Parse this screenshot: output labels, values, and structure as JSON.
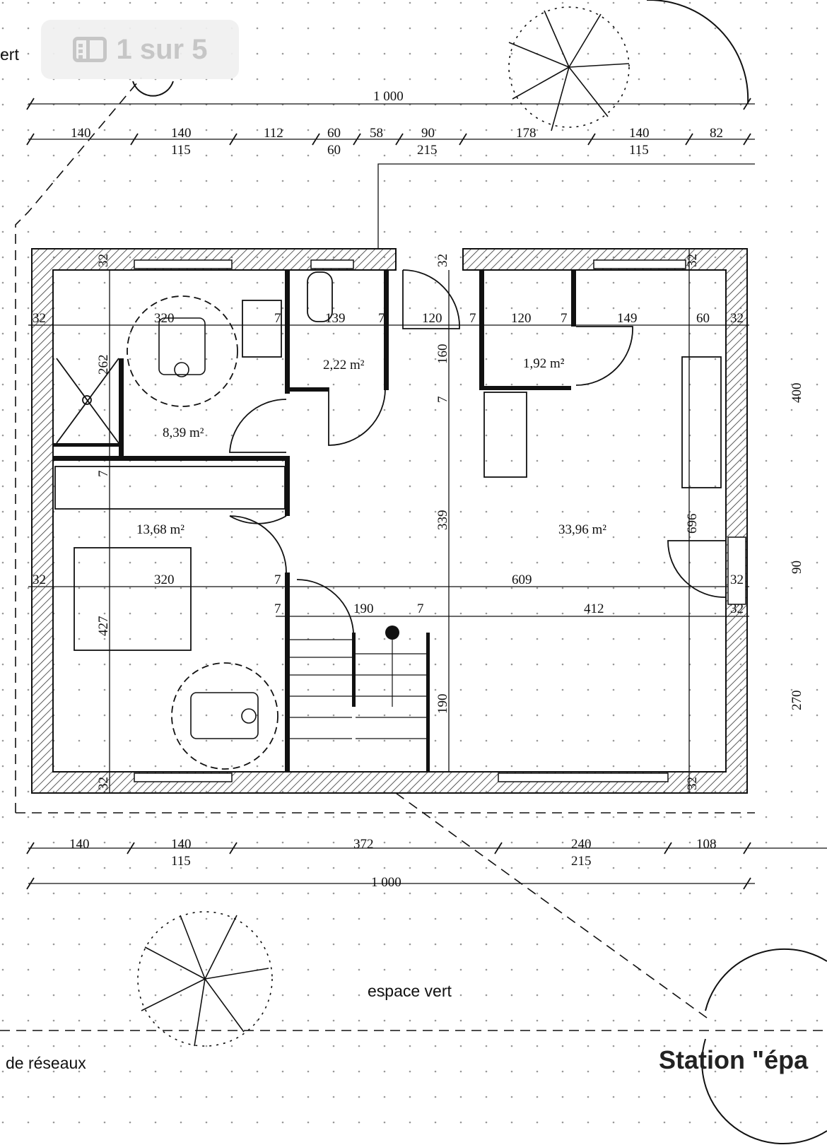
{
  "viewer": {
    "page_indicator": "1 sur 5",
    "icon": "sidebar-icon"
  },
  "labels": {
    "top_left_fragment": "ert",
    "green_space": "espace vert",
    "networks": "de réseaux",
    "station": "Station \"épa"
  },
  "dimensions": {
    "top_total": "1 000",
    "top_chain": [
      "140",
      "140",
      "112",
      "60",
      "58",
      "90",
      "178",
      "140",
      "82"
    ],
    "top_chain_lower": [
      "115",
      "60",
      "215",
      "115"
    ],
    "bottom_chain": [
      "140",
      "140",
      "372",
      "240",
      "108"
    ],
    "bottom_chain_lower": [
      "115",
      "215"
    ],
    "bottom_total": "1 000",
    "interior": [
      "32",
      "320",
      "7",
      "139",
      "7",
      "120",
      "7",
      "120",
      "7",
      "149",
      "60",
      "32",
      "262",
      "160",
      "7",
      "7",
      "339",
      "696",
      "400",
      "32",
      "320",
      "7",
      "609",
      "32",
      "90",
      "7",
      "190",
      "7",
      "412",
      "32",
      "427",
      "190",
      "270",
      "32",
      "32",
      "32",
      "32",
      "32"
    ]
  },
  "rooms": {
    "areas": [
      "8,39 m²",
      "2,22 m²",
      "1,92 m²",
      "13,68 m²",
      "33,96 m²"
    ]
  }
}
